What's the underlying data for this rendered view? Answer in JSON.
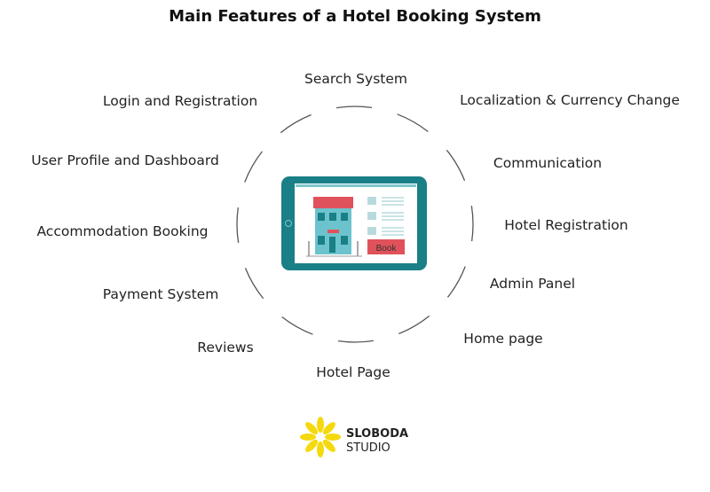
{
  "title": "Main Features of a Hotel Booking System",
  "features": [
    "Search System",
    "Localization & Currency Change",
    "Communication",
    "Hotel Registration",
    "Admin Panel",
    "Home page",
    "Hotel Page",
    "Reviews",
    "Payment System",
    "Accommodation Booking",
    "User Profile and Dashboard",
    "Login and Registration"
  ],
  "tablet": {
    "book_label": "Book"
  },
  "logo": {
    "line1": "SLOBODA",
    "line2": "STUDIO"
  },
  "colors": {
    "tablet": "#1a7f86",
    "book": "#e0525b",
    "logo": "#f5d90f"
  }
}
